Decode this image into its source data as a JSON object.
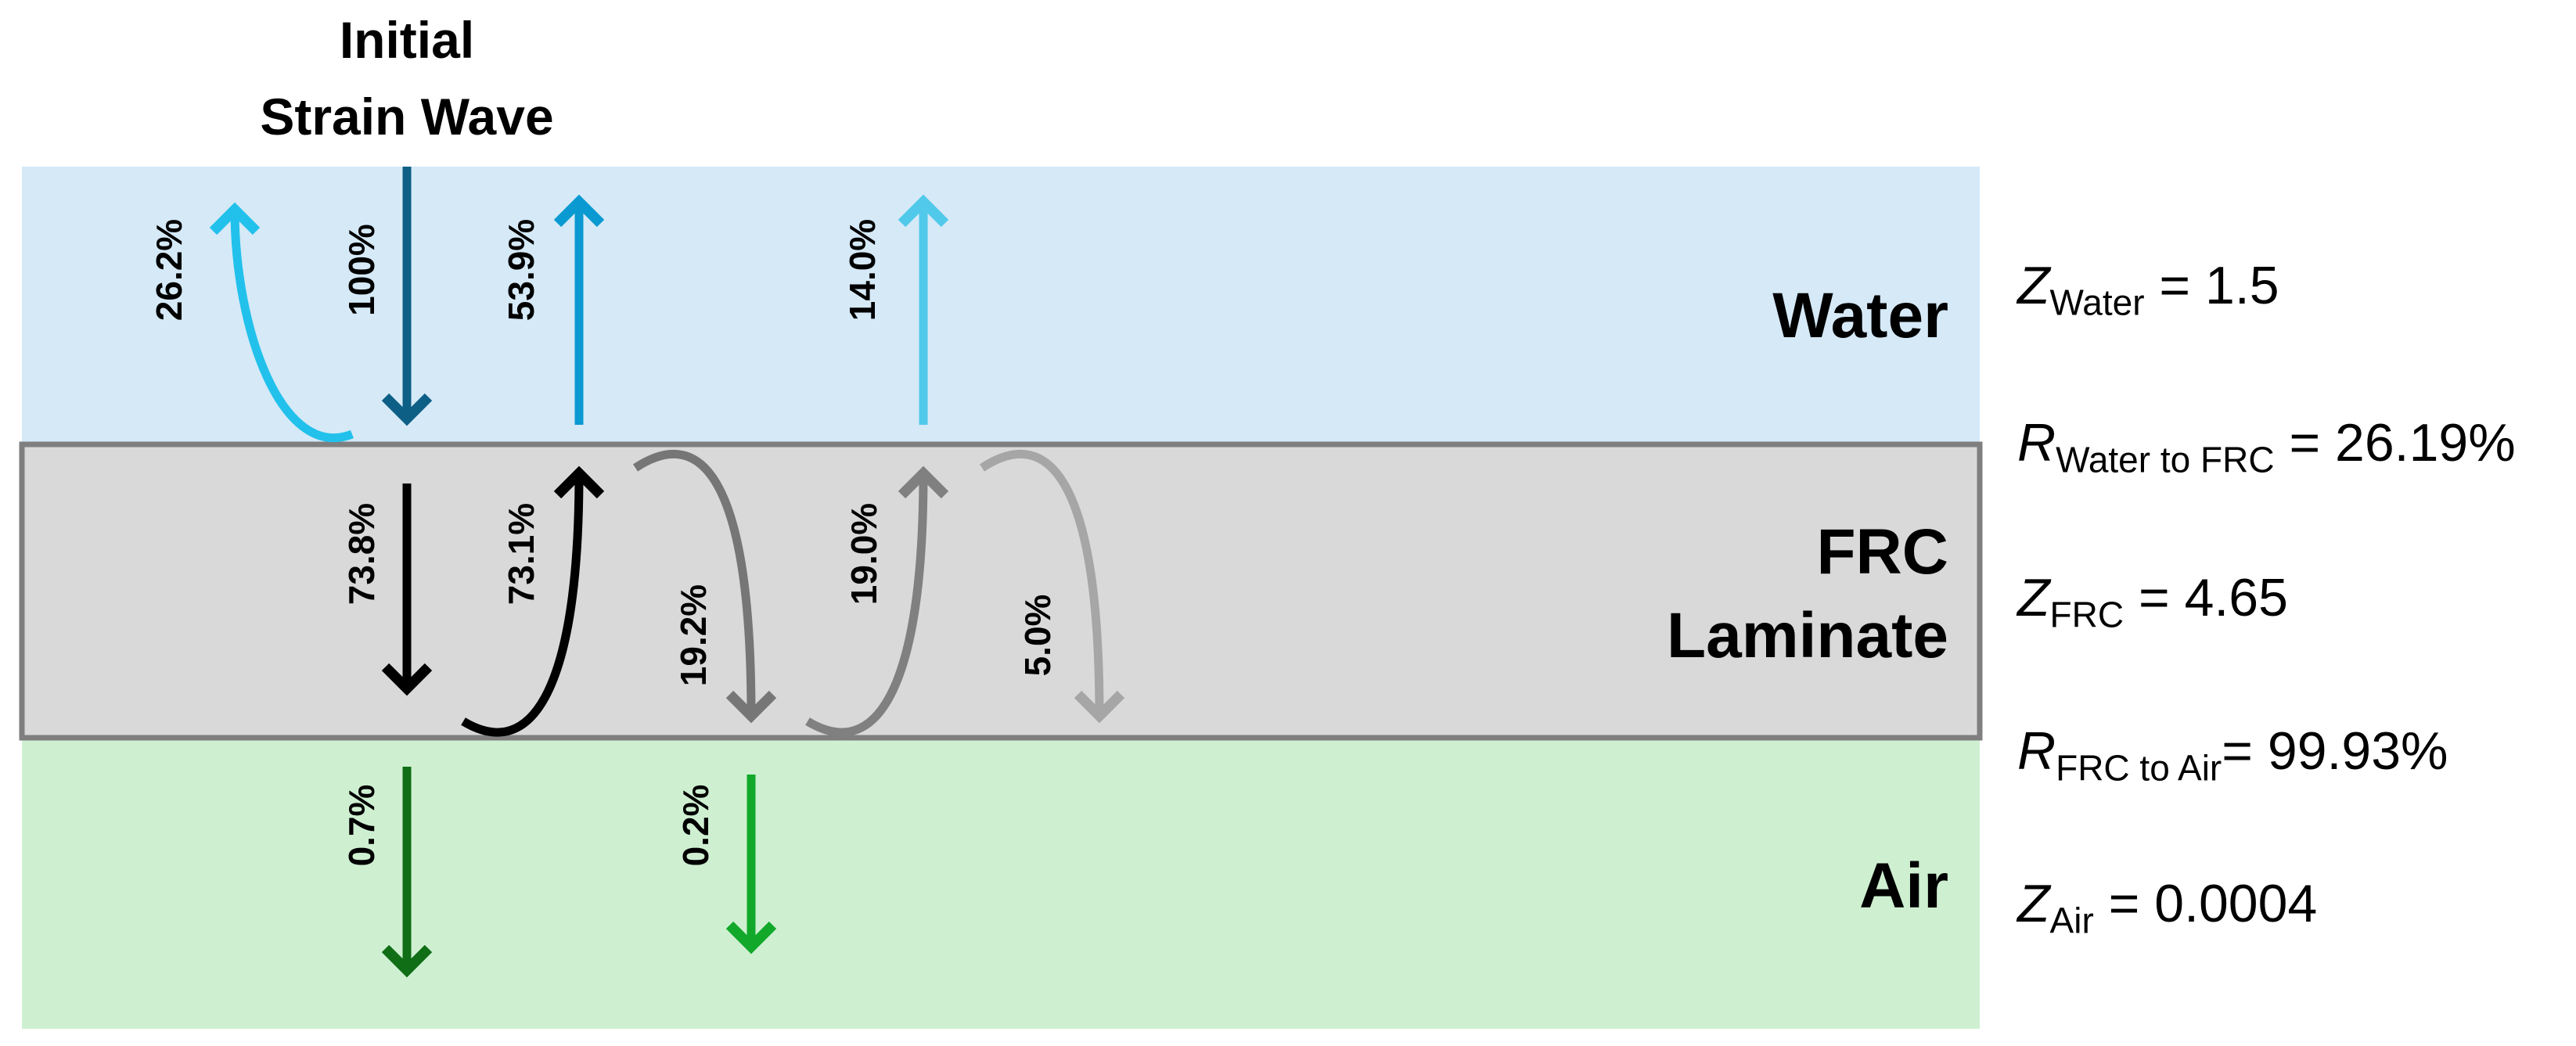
{
  "title": {
    "line1": "Initial",
    "line2": "Strain Wave"
  },
  "layers": {
    "water": {
      "name": "Water",
      "color": "#d5e9f7"
    },
    "frc": {
      "name_line1": "FRC",
      "name_line2": "Laminate",
      "color": "#d9d9d9",
      "border": "#7f7f7f"
    },
    "air": {
      "name": "Air",
      "color": "#cef0d1"
    }
  },
  "arrows": [
    {
      "name": "incident-100",
      "label": "100%",
      "color": "#0e5f86"
    },
    {
      "name": "reflect-26-2",
      "label": "26.2%",
      "color": "#22c1ec"
    },
    {
      "name": "transmit-water-53-9",
      "label": "53.9%",
      "color": "#0a9ad1"
    },
    {
      "name": "transmit-water-14-0",
      "label": "14.0%",
      "color": "#50c9ea"
    },
    {
      "name": "frc-down-73-8",
      "label": "73.8%",
      "color": "#000000"
    },
    {
      "name": "frc-up-73-1",
      "label": "73.1%",
      "color": "#000000"
    },
    {
      "name": "frc-down-19-2",
      "label": "19.2%",
      "color": "#767676"
    },
    {
      "name": "frc-up-19-0",
      "label": "19.0%",
      "color": "#808080"
    },
    {
      "name": "frc-down-5-0",
      "label": "5.0%",
      "color": "#a6a6a6"
    },
    {
      "name": "air-0-7",
      "label": "0.7%",
      "color": "#0f6e16"
    },
    {
      "name": "air-0-2",
      "label": "0.2%",
      "color": "#12a82a"
    }
  ],
  "equations": [
    {
      "symbol": "Z",
      "sub": "Water",
      "rest": " = 1.5"
    },
    {
      "symbol": "R",
      "sub": "Water to FRC",
      "rest": " = 26.19%"
    },
    {
      "symbol": "Z",
      "sub": "FRC",
      "rest": " = 4.65"
    },
    {
      "symbol": "R",
      "sub": "FRC to Air",
      "rest": "= 99.93%"
    },
    {
      "symbol": "Z",
      "sub": "Air",
      "rest": " = 0.0004"
    }
  ]
}
